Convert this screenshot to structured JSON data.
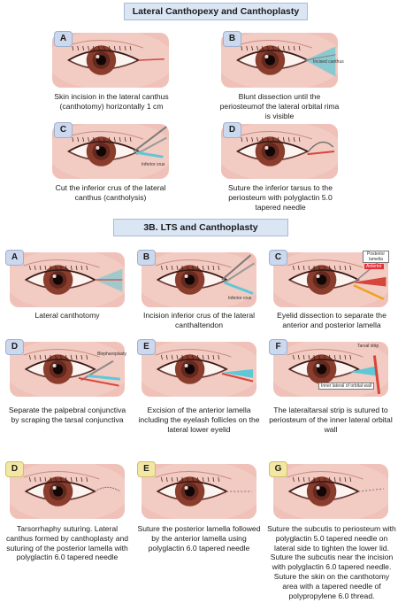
{
  "section1": {
    "title": "Lateral Canthopexy and Canthoplasty",
    "panels": [
      {
        "letter": "A",
        "caption": "Skin incision in the lateral canthus (canthotomy) horizontally 1 cm",
        "labels": []
      },
      {
        "letter": "B",
        "caption": "Blunt dissection until the periosteumof the lateral orbital rima is visible",
        "labels": [
          "Incised canthus"
        ]
      },
      {
        "letter": "C",
        "caption": "Cut the inferior crus of the lateral canthus (cantholysis)",
        "labels": [
          "Inferior crus"
        ]
      },
      {
        "letter": "D",
        "caption": "Suture the inferior tarsus to the periosteum with polyglactin 5.0 tapered needle",
        "labels": []
      }
    ]
  },
  "section2": {
    "title": "3B. LTS and Canthoplasty",
    "rows": [
      [
        {
          "letter": "A",
          "caption": "Lateral canthotomy",
          "labels": []
        },
        {
          "letter": "B",
          "caption": "Incision inferior crus of the lateral canthaltendon",
          "labels": [
            "Inferior crus"
          ]
        },
        {
          "letter": "C",
          "caption": "Eyelid dissection to separate the anterior and posterior lamella",
          "labels": [
            "Posterior lamella",
            "Anterior"
          ]
        }
      ],
      [
        {
          "letter": "D",
          "caption": "Separate the palpebral conjunctiva by scraping the tarsal conjunctiva",
          "labels": [
            "Blepharoplasty"
          ]
        },
        {
          "letter": "E",
          "caption": "Excision of the anterior lamella including the eyelash follicles on the lateral lower eyelid",
          "labels": []
        },
        {
          "letter": "F",
          "caption": "The lateraltarsal strip is sutured to periosteum of the inner lateral orbital wall",
          "labels": [
            "Tarsal strip",
            "Inner lateral of orbital wall"
          ]
        }
      ],
      [
        {
          "letter": "D",
          "caption": "Tarsorrhaphy suturing. Lateral canthus formed by canthoplasty and suturing of the posterior lamella with polyglactin 6.0 tapered needle",
          "labels": []
        },
        {
          "letter": "E",
          "caption": "Suture the posterior lamella followed by the anterior lamella using polyglactin 6.0 tapered needle",
          "labels": []
        },
        {
          "letter": "G",
          "caption": "Suture the subcutis to periosteum with  polyglactin 5.0 tapered needle on lateral side to tighten the lower lid. Suture the subcutis near the incision with polyglactin 6.0 tapered needle. Suture the skin on the canthotomy area with a tapered needle of polypropylene 6.0 thread.",
          "labels": []
        }
      ]
    ]
  },
  "colors": {
    "skin": "#efc1b8",
    "iris": "#8a3d2d",
    "header_bg": "#dbe6f5",
    "badge_blue": "#ccd8ee",
    "badge_yellow": "#f3e7a3",
    "highlight_cyan": "#5fc8d6",
    "tissue_red": "#d6453b"
  }
}
